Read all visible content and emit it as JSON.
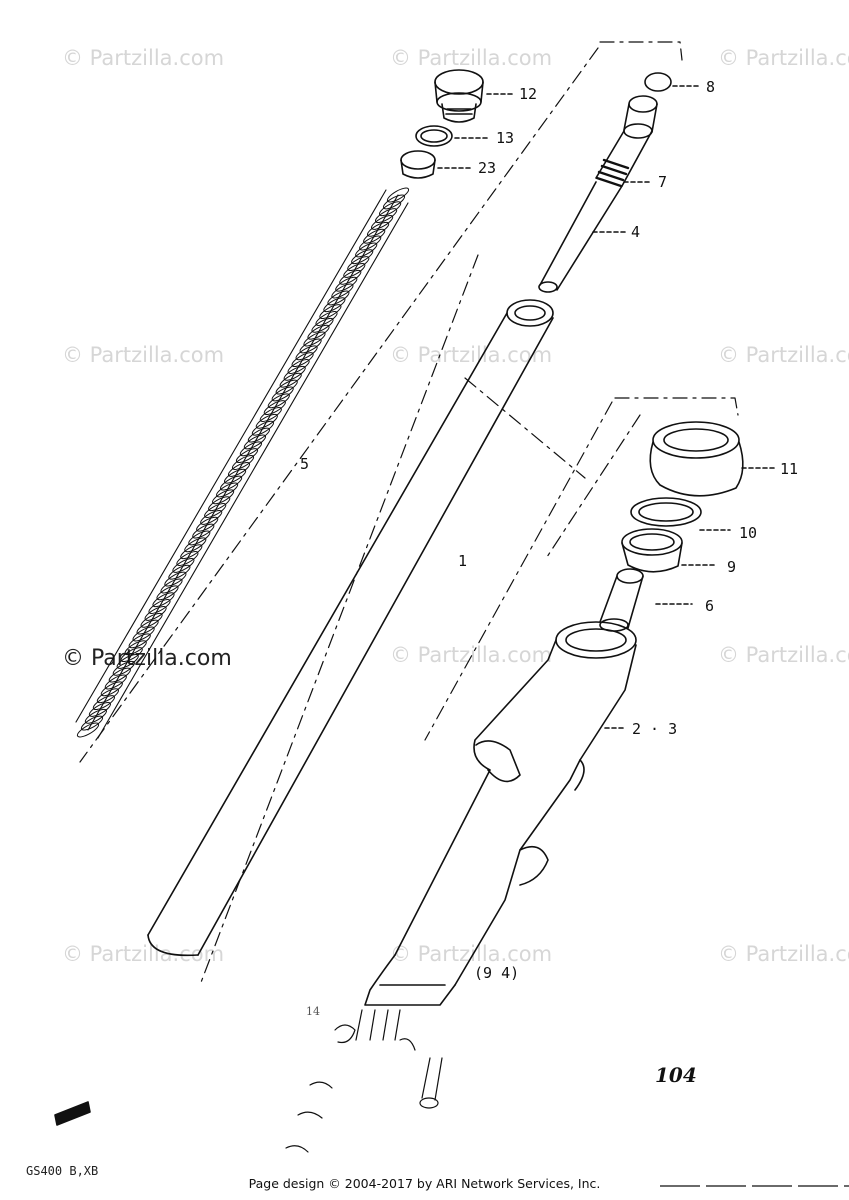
{
  "watermark": "© Partzilla.com",
  "callouts": {
    "c12": "12",
    "c13": "13",
    "c23": "23",
    "c8": "8",
    "c7": "7",
    "c4": "4",
    "c5": "5",
    "c1": "1",
    "c11": "11",
    "c10": "10",
    "c9": "9",
    "c6": "6",
    "c23_lower": "2 · 3",
    "c9_4": "(9 4)",
    "c14": "14"
  },
  "page_number": "104",
  "model_code": "GS400 B,XB",
  "footer": "Page design © 2004-2017 by ARI Network Services, Inc."
}
